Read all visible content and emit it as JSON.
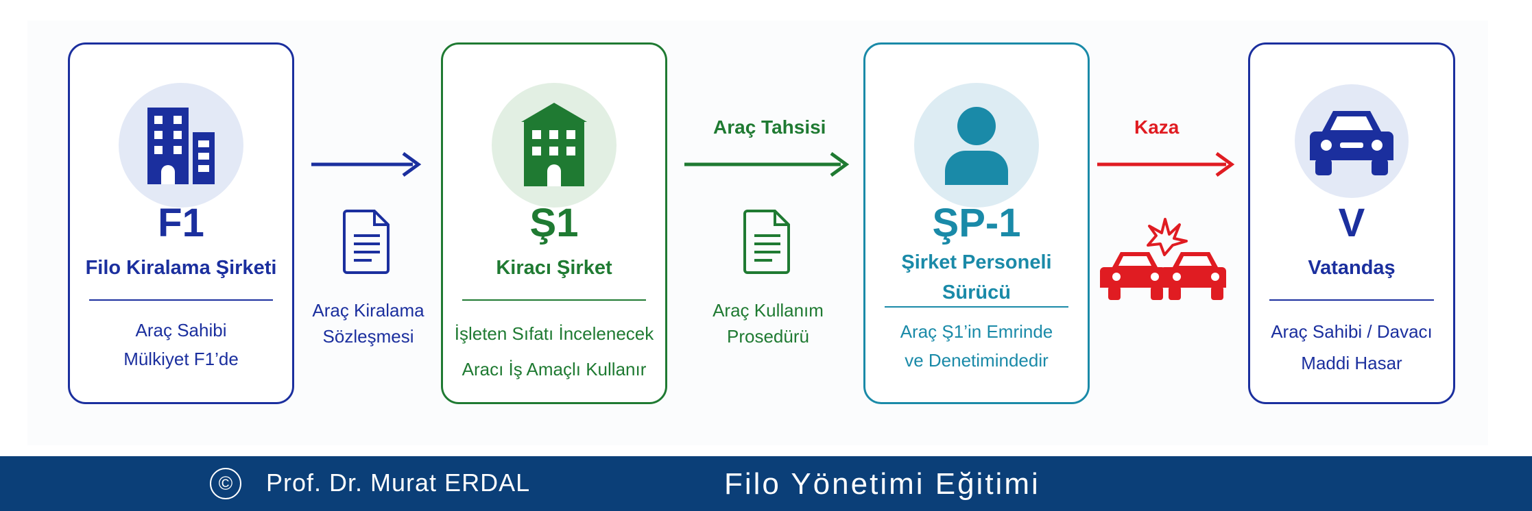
{
  "colors": {
    "blue": "#1b2f9e",
    "green": "#1f7a32",
    "teal": "#1a8aa8",
    "red": "#e01c22",
    "footer_bg": "#0b3f78"
  },
  "nodes": [
    {
      "code": "F1",
      "name_lines": [
        "Filo Kiralama Şirketi"
      ],
      "details": [
        "Araç Sahibi",
        "Mülkiyet F1’de"
      ],
      "icon": "office-building-icon"
    },
    {
      "code": "Ş1",
      "name_lines": [
        "Kiracı Şirket"
      ],
      "details": [
        "İşleten Sıfatı İncelenecek",
        "Aracı İş Amaçlı Kullanır"
      ],
      "icon": "building-icon"
    },
    {
      "code": "ŞP-1",
      "name_lines": [
        "Şirket Personeli",
        "Sürücü"
      ],
      "details": [
        "Araç Ş1’in Emrinde",
        "ve Denetimindedir"
      ],
      "icon": "person-icon"
    },
    {
      "code": "V",
      "name_lines": [
        "Vatandaş"
      ],
      "details": [
        "Araç Sahibi / Davacı",
        "Maddi Hasar"
      ],
      "icon": "car-icon"
    }
  ],
  "links": [
    {
      "label": "",
      "caption_lines": [
        "Araç Kiralama",
        "Sözleşmesi"
      ],
      "icon": "document-icon"
    },
    {
      "label": "Araç Tahsisi",
      "caption_lines": [
        "Araç Kullanım",
        "Prosedürü"
      ],
      "icon": "document-icon"
    },
    {
      "label": "Kaza",
      "caption_lines": [],
      "icon": "car-crash-icon"
    }
  ],
  "footer": {
    "copyright_symbol": "©",
    "author": "Prof. Dr. Murat ERDAL",
    "course": "Filo Yönetimi Eğitimi"
  }
}
